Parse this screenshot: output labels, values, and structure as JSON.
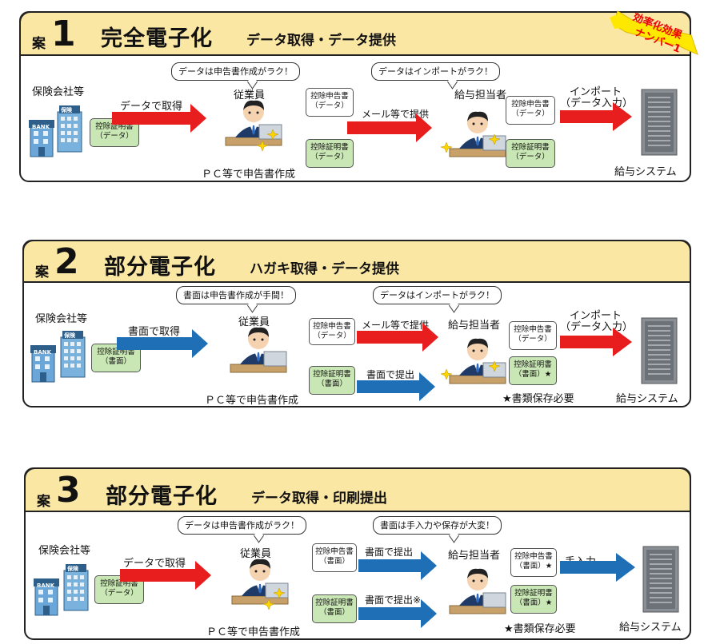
{
  "badge": {
    "line1": "効率化効果",
    "line2": "ナンバー1"
  },
  "sections": [
    {
      "an": "案",
      "num": "1",
      "title": "完全電子化",
      "subtitle": "データ取得・データ提供",
      "insurer": "保険会社等",
      "arrow1_label": "データで取得",
      "doc_cert": {
        "l1": "控除証明書",
        "l2": "（データ）"
      },
      "bubble_emp": "データは申告書作成がラク！",
      "emp_label": "従業員",
      "pc_label": "ＰＣ等で申告書作成",
      "doc_decl_left": {
        "l1": "控除申告書",
        "l2": "（データ）"
      },
      "doc_cert_left": {
        "l1": "控除証明書",
        "l2": "（データ）"
      },
      "arrow2_label": "メール等で提供",
      "bubble_admin": "データはインポートがラク！",
      "admin_label": "給与担当者",
      "doc_decl_right": {
        "l1": "控除申告書",
        "l2": "（データ）"
      },
      "doc_cert_right": {
        "l1": "控除証明書",
        "l2": "（データ）"
      },
      "import_label1": "インポート",
      "import_label2": "（データ入力）",
      "system_label": "給与システム"
    },
    {
      "an": "案",
      "num": "2",
      "title": "部分電子化",
      "subtitle": "ハガキ取得・データ提供",
      "insurer": "保険会社等",
      "arrow1_label": "書面で取得",
      "doc_cert": {
        "l1": "控除証明書",
        "l2": "（書面）"
      },
      "bubble_emp": "書面は申告書作成が手間！",
      "emp_label": "従業員",
      "pc_label": "ＰＣ等で申告書作成",
      "doc_decl_left": {
        "l1": "控除申告書",
        "l2": "（データ）"
      },
      "arrow2_label": "メール等で提供",
      "doc_cert_left": {
        "l1": "控除証明書",
        "l2": "（書面）"
      },
      "arrow3_label": "書面で提出",
      "bubble_admin": "データはインポートがラク！",
      "admin_label": "給与担当者",
      "doc_decl_right": {
        "l1": "控除申告書",
        "l2": "（データ）"
      },
      "doc_cert_right": {
        "l1": "控除証明書",
        "l2": "（書面）★"
      },
      "storage_note": "★書類保存必要",
      "import_label1": "インポート",
      "import_label2": "（データ入力）",
      "system_label": "給与システム"
    },
    {
      "an": "案",
      "num": "3",
      "title": "部分電子化",
      "subtitle": "データ取得・印刷提出",
      "insurer": "保険会社等",
      "arrow1_label": "データで取得",
      "doc_cert": {
        "l1": "控除証明書",
        "l2": "（データ）"
      },
      "bubble_emp": "データは申告書作成がラク！",
      "emp_label": "従業員",
      "pc_label": "ＰＣ等で申告書作成",
      "doc_decl_left": {
        "l1": "控除申告書",
        "l2": "（書面）"
      },
      "arrow2_label": "書面で提出",
      "doc_cert_left": {
        "l1": "控除証明書",
        "l2": "（書面）"
      },
      "arrow3_label": "書面で提出※",
      "bubble_admin": "書面は手入力や保存が大変！",
      "admin_label": "給与担当者",
      "doc_decl_right": {
        "l1": "控除申告書",
        "l2": "（書面）★"
      },
      "doc_cert_right": {
        "l1": "控除証明書",
        "l2": "（書面）★"
      },
      "storage_note": "★書類保存必要",
      "manual_label": "手入力",
      "system_label": "給与システム"
    }
  ],
  "icons": {
    "bank": "BANK",
    "insurer_building": "保険"
  },
  "colors": {
    "header_fill": "#fbe7a4",
    "doc_data": "#c9e7b4",
    "arrow_data": "#e81d1d",
    "arrow_paper": "#1f6fb7"
  }
}
